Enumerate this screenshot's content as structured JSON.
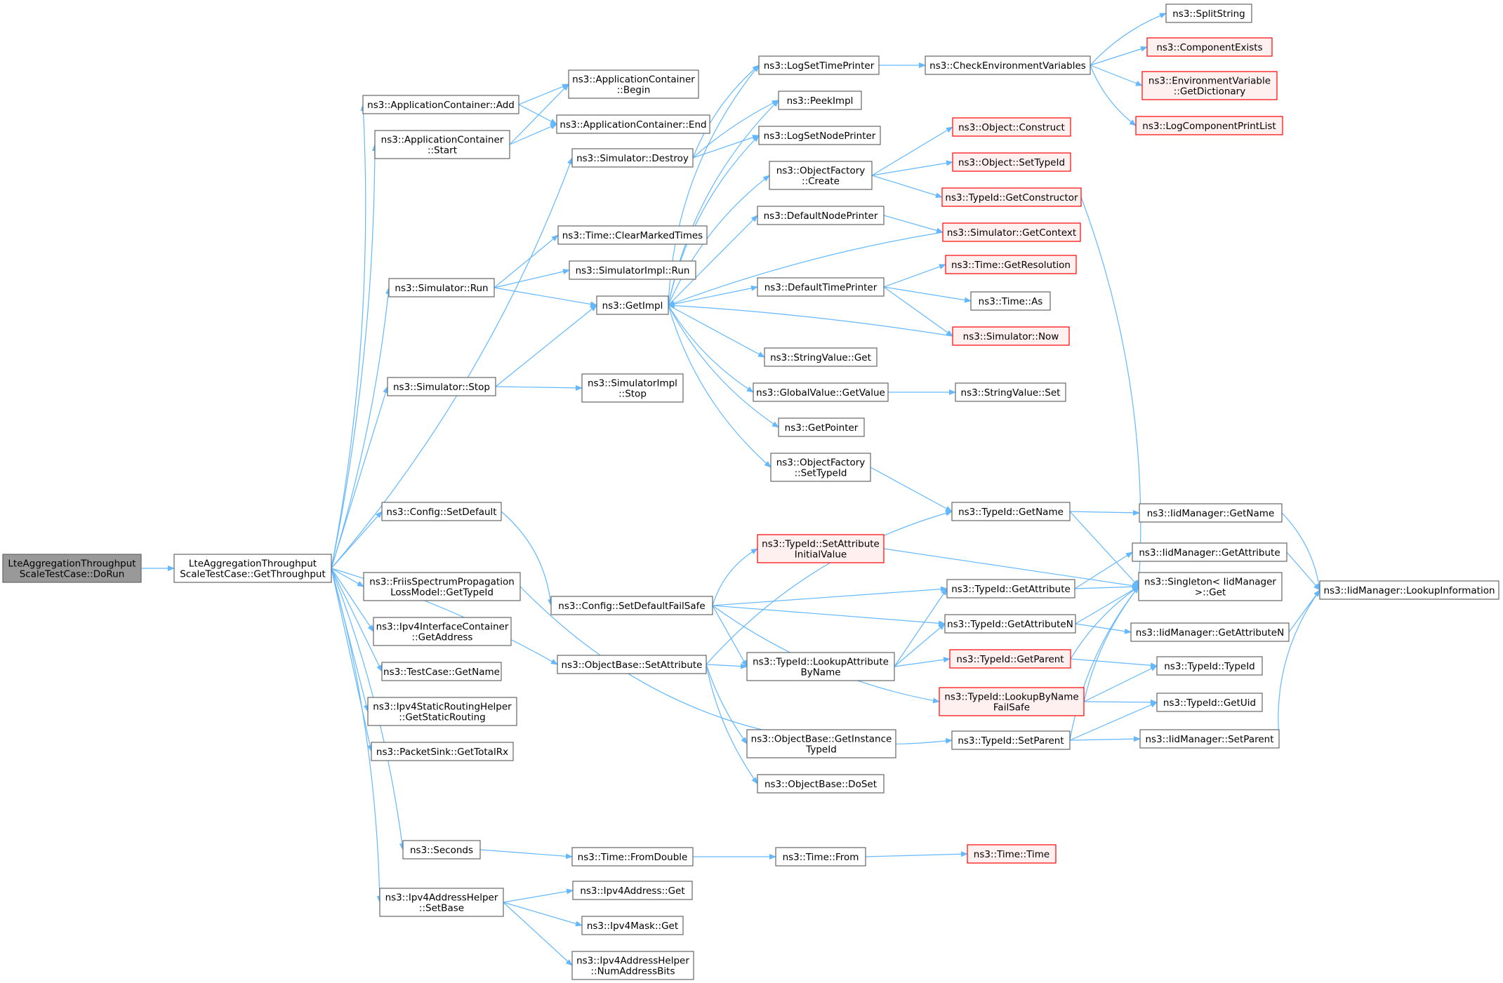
{
  "colors": {
    "edge": "#63b8ff",
    "node_border": "#666666",
    "node_fill": "#ffffff",
    "root_fill": "#999999",
    "root_border": "#666666",
    "trunc_border": "#ff0000",
    "trunc_fill": "#fff0f0",
    "text": "#000000"
  },
  "nodes": [
    {
      "id": "dorun",
      "lines": [
        "LteAggregationThroughput",
        "ScaleTestCase::DoRun"
      ],
      "style": "root"
    },
    {
      "id": "getthroughput",
      "lines": [
        "LteAggregationThroughput",
        "ScaleTestCase::GetThroughput"
      ],
      "style": "normal"
    },
    {
      "id": "appadd",
      "lines": [
        "ns3::ApplicationContainer::Add"
      ],
      "style": "normal"
    },
    {
      "id": "appstart",
      "lines": [
        "ns3::ApplicationContainer",
        "::Start"
      ],
      "style": "normal"
    },
    {
      "id": "appbegin",
      "lines": [
        "ns3::ApplicationContainer",
        "::Begin"
      ],
      "style": "normal"
    },
    {
      "id": "append",
      "lines": [
        "ns3::ApplicationContainer::End"
      ],
      "style": "normal"
    },
    {
      "id": "simdestroy",
      "lines": [
        "ns3::Simulator::Destroy"
      ],
      "style": "normal"
    },
    {
      "id": "clearmarked",
      "lines": [
        "ns3::Time::ClearMarkedTimes"
      ],
      "style": "normal"
    },
    {
      "id": "simimplrun",
      "lines": [
        "ns3::SimulatorImpl::Run"
      ],
      "style": "normal"
    },
    {
      "id": "simrun",
      "lines": [
        "ns3::Simulator::Run"
      ],
      "style": "normal"
    },
    {
      "id": "getimpl",
      "lines": [
        "ns3::GetImpl"
      ],
      "style": "normal"
    },
    {
      "id": "simstop",
      "lines": [
        "ns3::Simulator::Stop"
      ],
      "style": "normal"
    },
    {
      "id": "simimplstop",
      "lines": [
        "ns3::SimulatorImpl",
        "::Stop"
      ],
      "style": "normal"
    },
    {
      "id": "logsettime",
      "lines": [
        "ns3::LogSetTimePrinter"
      ],
      "style": "normal"
    },
    {
      "id": "peekimpl",
      "lines": [
        "ns3::PeekImpl"
      ],
      "style": "normal"
    },
    {
      "id": "logsetnode",
      "lines": [
        "ns3::LogSetNodePrinter"
      ],
      "style": "normal"
    },
    {
      "id": "objfcreate",
      "lines": [
        "ns3::ObjectFactory",
        "::Create"
      ],
      "style": "normal"
    },
    {
      "id": "defnodeprinter",
      "lines": [
        "ns3::DefaultNodePrinter"
      ],
      "style": "normal"
    },
    {
      "id": "deftimeprinter",
      "lines": [
        "ns3::DefaultTimePrinter"
      ],
      "style": "normal"
    },
    {
      "id": "strvalget",
      "lines": [
        "ns3::StringValue::Get"
      ],
      "style": "normal"
    },
    {
      "id": "globalgetvalue",
      "lines": [
        "ns3::GlobalValue::GetValue"
      ],
      "style": "normal"
    },
    {
      "id": "getpointer",
      "lines": [
        "ns3::GetPointer"
      ],
      "style": "normal"
    },
    {
      "id": "objfsettypeid",
      "lines": [
        "ns3::ObjectFactory",
        "::SetTypeId"
      ],
      "style": "normal"
    },
    {
      "id": "checkenv",
      "lines": [
        "ns3::CheckEnvironmentVariables"
      ],
      "style": "normal"
    },
    {
      "id": "splitstring",
      "lines": [
        "ns3::SplitString"
      ],
      "style": "normal"
    },
    {
      "id": "compexists",
      "lines": [
        "ns3::ComponentExists"
      ],
      "style": "trunc"
    },
    {
      "id": "envgetdict",
      "lines": [
        "ns3::EnvironmentVariable",
        "::GetDictionary"
      ],
      "style": "trunc"
    },
    {
      "id": "logcompprint",
      "lines": [
        "ns3::LogComponentPrintList"
      ],
      "style": "trunc"
    },
    {
      "id": "objconstruct",
      "lines": [
        "ns3::Object::Construct"
      ],
      "style": "trunc"
    },
    {
      "id": "objsettypeid",
      "lines": [
        "ns3::Object::SetTypeId"
      ],
      "style": "trunc"
    },
    {
      "id": "typeidgetctor",
      "lines": [
        "ns3::TypeId::GetConstructor"
      ],
      "style": "trunc"
    },
    {
      "id": "simgetcontext",
      "lines": [
        "ns3::Simulator::GetContext"
      ],
      "style": "trunc"
    },
    {
      "id": "timegetres",
      "lines": [
        "ns3::Time::GetResolution"
      ],
      "style": "trunc"
    },
    {
      "id": "timeas",
      "lines": [
        "ns3::Time::As"
      ],
      "style": "normal"
    },
    {
      "id": "simnow",
      "lines": [
        "ns3::Simulator::Now"
      ],
      "style": "trunc"
    },
    {
      "id": "strvalset",
      "lines": [
        "ns3::StringValue::Set"
      ],
      "style": "normal"
    },
    {
      "id": "cfgsetdefault",
      "lines": [
        "ns3::Config::SetDefault"
      ],
      "style": "normal"
    },
    {
      "id": "friis",
      "lines": [
        "ns3::FriisSpectrumPropagation",
        "LossModel::GetTypeId"
      ],
      "style": "normal"
    },
    {
      "id": "ipv4ifaddr",
      "lines": [
        "ns3::Ipv4InterfaceContainer",
        "::GetAddress"
      ],
      "style": "normal"
    },
    {
      "id": "testcasename",
      "lines": [
        "ns3::TestCase::GetName"
      ],
      "style": "normal"
    },
    {
      "id": "ipv4static",
      "lines": [
        "ns3::Ipv4StaticRoutingHelper",
        "::GetStaticRouting"
      ],
      "style": "normal"
    },
    {
      "id": "packetsink",
      "lines": [
        "ns3::PacketSink::GetTotalRx"
      ],
      "style": "normal"
    },
    {
      "id": "cfgsetdefaultfs",
      "lines": [
        "ns3::Config::SetDefaultFailSafe"
      ],
      "style": "normal"
    },
    {
      "id": "objbasesetattr",
      "lines": [
        "ns3::ObjectBase::SetAttribute"
      ],
      "style": "normal"
    },
    {
      "id": "typeidsetattrinit",
      "lines": [
        "ns3::TypeId::SetAttribute",
        "InitialValue"
      ],
      "style": "trunc"
    },
    {
      "id": "typeidlookupattr",
      "lines": [
        "ns3::TypeId::LookupAttribute",
        "ByName"
      ],
      "style": "normal"
    },
    {
      "id": "objbasegetinst",
      "lines": [
        "ns3::ObjectBase::GetInstance",
        "TypeId"
      ],
      "style": "normal"
    },
    {
      "id": "objbasedoset",
      "lines": [
        "ns3::ObjectBase::DoSet"
      ],
      "style": "normal"
    },
    {
      "id": "typeidgetname",
      "lines": [
        "ns3::TypeId::GetName"
      ],
      "style": "normal"
    },
    {
      "id": "typeidgetattr",
      "lines": [
        "ns3::TypeId::GetAttribute"
      ],
      "style": "normal"
    },
    {
      "id": "typeidgetattrn",
      "lines": [
        "ns3::TypeId::GetAttributeN"
      ],
      "style": "normal"
    },
    {
      "id": "typeidgetparent",
      "lines": [
        "ns3::TypeId::GetParent"
      ],
      "style": "trunc"
    },
    {
      "id": "typeidlookupbyname",
      "lines": [
        "ns3::TypeId::LookupByName",
        "FailSafe"
      ],
      "style": "trunc"
    },
    {
      "id": "typeidsetparent",
      "lines": [
        "ns3::TypeId::SetParent"
      ],
      "style": "normal"
    },
    {
      "id": "iidgetname",
      "lines": [
        "ns3::IidManager::GetName"
      ],
      "style": "normal"
    },
    {
      "id": "iidgetattr",
      "lines": [
        "ns3::IidManager::GetAttribute"
      ],
      "style": "normal"
    },
    {
      "id": "singletonget",
      "lines": [
        "ns3::Singleton< IidManager",
        " >::Get"
      ],
      "style": "normal"
    },
    {
      "id": "iidgetattrn",
      "lines": [
        "ns3::IidManager::GetAttributeN"
      ],
      "style": "normal"
    },
    {
      "id": "typeidtypeid",
      "lines": [
        "ns3::TypeId::TypeId"
      ],
      "style": "normal"
    },
    {
      "id": "typeidgetuid",
      "lines": [
        "ns3::TypeId::GetUid"
      ],
      "style": "normal"
    },
    {
      "id": "iidsetparent",
      "lines": [
        "ns3::IidManager::SetParent"
      ],
      "style": "normal"
    },
    {
      "id": "iidlookupinfo",
      "lines": [
        "ns3::IidManager::LookupInformation"
      ],
      "style": "normal"
    },
    {
      "id": "seconds",
      "lines": [
        "ns3::Seconds"
      ],
      "style": "normal"
    },
    {
      "id": "timefromdouble",
      "lines": [
        "ns3::Time::FromDouble"
      ],
      "style": "normal"
    },
    {
      "id": "timefrom",
      "lines": [
        "ns3::Time::From"
      ],
      "style": "normal"
    },
    {
      "id": "timetime",
      "lines": [
        "ns3::Time::Time"
      ],
      "style": "trunc"
    },
    {
      "id": "ipv4addrsetbase",
      "lines": [
        "ns3::Ipv4AddressHelper",
        "::SetBase"
      ],
      "style": "normal"
    },
    {
      "id": "ipv4addrget",
      "lines": [
        "ns3::Ipv4Address::Get"
      ],
      "style": "normal"
    },
    {
      "id": "ipv4maskget",
      "lines": [
        "ns3::Ipv4Mask::Get"
      ],
      "style": "normal"
    },
    {
      "id": "ipv4numbits",
      "lines": [
        "ns3::Ipv4AddressHelper",
        "::NumAddressBits"
      ],
      "style": "normal"
    }
  ],
  "edges": [
    [
      "dorun",
      "getthroughput"
    ],
    [
      "getthroughput",
      "appadd"
    ],
    [
      "getthroughput",
      "appstart"
    ],
    [
      "getthroughput",
      "simdestroy"
    ],
    [
      "getthroughput",
      "simrun"
    ],
    [
      "getthroughput",
      "simstop"
    ],
    [
      "getthroughput",
      "cfgsetdefault"
    ],
    [
      "getthroughput",
      "friis"
    ],
    [
      "getthroughput",
      "ipv4ifaddr"
    ],
    [
      "getthroughput",
      "testcasename"
    ],
    [
      "getthroughput",
      "ipv4static"
    ],
    [
      "getthroughput",
      "packetsink"
    ],
    [
      "getthroughput",
      "objbasesetattr"
    ],
    [
      "getthroughput",
      "seconds"
    ],
    [
      "getthroughput",
      "ipv4addrsetbase"
    ],
    [
      "appadd",
      "appbegin"
    ],
    [
      "appadd",
      "append"
    ],
    [
      "appstart",
      "appbegin"
    ],
    [
      "appstart",
      "append"
    ],
    [
      "simdestroy",
      "logsettime"
    ],
    [
      "simdestroy",
      "peekimpl"
    ],
    [
      "simdestroy",
      "logsetnode"
    ],
    [
      "simrun",
      "clearmarked"
    ],
    [
      "simrun",
      "simimplrun"
    ],
    [
      "simrun",
      "getimpl"
    ],
    [
      "simstop",
      "getimpl"
    ],
    [
      "simstop",
      "simimplstop"
    ],
    [
      "getimpl",
      "logsettime"
    ],
    [
      "getimpl",
      "peekimpl"
    ],
    [
      "getimpl",
      "logsetnode"
    ],
    [
      "getimpl",
      "objfcreate"
    ],
    [
      "getimpl",
      "defnodeprinter"
    ],
    [
      "getimpl",
      "deftimeprinter"
    ],
    [
      "getimpl",
      "strvalget"
    ],
    [
      "getimpl",
      "globalgetvalue"
    ],
    [
      "getimpl",
      "getpointer"
    ],
    [
      "getimpl",
      "objfsettypeid"
    ],
    [
      "simgetcontext",
      "getimpl"
    ],
    [
      "simnow",
      "getimpl"
    ],
    [
      "logsettime",
      "checkenv"
    ],
    [
      "checkenv",
      "splitstring"
    ],
    [
      "checkenv",
      "compexists"
    ],
    [
      "checkenv",
      "envgetdict"
    ],
    [
      "checkenv",
      "logcompprint"
    ],
    [
      "objfcreate",
      "objconstruct"
    ],
    [
      "objfcreate",
      "objsettypeid"
    ],
    [
      "objfcreate",
      "typeidgetctor"
    ],
    [
      "typeidgetctor",
      "singletonget"
    ],
    [
      "defnodeprinter",
      "simgetcontext"
    ],
    [
      "deftimeprinter",
      "timegetres"
    ],
    [
      "deftimeprinter",
      "timeas"
    ],
    [
      "deftimeprinter",
      "simnow"
    ],
    [
      "globalgetvalue",
      "strvalset"
    ],
    [
      "objfsettypeid",
      "typeidgetname"
    ],
    [
      "cfgsetdefault",
      "cfgsetdefaultfs"
    ],
    [
      "friis",
      "typeidsetparent"
    ],
    [
      "cfgsetdefaultfs",
      "typeidsetattrinit"
    ],
    [
      "cfgsetdefaultfs",
      "typeidgetattr"
    ],
    [
      "cfgsetdefaultfs",
      "typeidgetattrn"
    ],
    [
      "cfgsetdefaultfs",
      "typeidlookupattr"
    ],
    [
      "cfgsetdefaultfs",
      "typeidlookupbyname"
    ],
    [
      "objbasesetattr",
      "typeidgetname"
    ],
    [
      "objbasesetattr",
      "typeidlookupattr"
    ],
    [
      "objbasesetattr",
      "objbasegetinst"
    ],
    [
      "objbasesetattr",
      "objbasedoset"
    ],
    [
      "typeidsetattrinit",
      "singletonget"
    ],
    [
      "typeidlookupattr",
      "typeidgetattr"
    ],
    [
      "typeidlookupattr",
      "typeidgetattrn"
    ],
    [
      "typeidlookupattr",
      "typeidgetparent"
    ],
    [
      "typeidgetname",
      "iidgetname"
    ],
    [
      "typeidgetname",
      "singletonget"
    ],
    [
      "typeidgetattr",
      "iidgetattr"
    ],
    [
      "typeidgetattr",
      "singletonget"
    ],
    [
      "typeidgetattrn",
      "iidgetattrn"
    ],
    [
      "typeidgetattrn",
      "singletonget"
    ],
    [
      "typeidgetparent",
      "singletonget"
    ],
    [
      "typeidgetparent",
      "typeidtypeid"
    ],
    [
      "typeidlookupbyname",
      "singletonget"
    ],
    [
      "typeidlookupbyname",
      "typeidtypeid"
    ],
    [
      "typeidlookupbyname",
      "typeidgetuid"
    ],
    [
      "typeidsetparent",
      "singletonget"
    ],
    [
      "typeidsetparent",
      "typeidgetuid"
    ],
    [
      "typeidsetparent",
      "iidsetparent"
    ],
    [
      "iidgetname",
      "iidlookupinfo"
    ],
    [
      "iidgetattr",
      "iidlookupinfo"
    ],
    [
      "iidgetattrn",
      "iidlookupinfo"
    ],
    [
      "iidsetparent",
      "iidlookupinfo"
    ],
    [
      "seconds",
      "timefromdouble"
    ],
    [
      "timefromdouble",
      "timefrom"
    ],
    [
      "timefrom",
      "timetime"
    ],
    [
      "ipv4addrsetbase",
      "ipv4addrget"
    ],
    [
      "ipv4addrsetbase",
      "ipv4maskget"
    ],
    [
      "ipv4addrsetbase",
      "ipv4numbits"
    ]
  ]
}
